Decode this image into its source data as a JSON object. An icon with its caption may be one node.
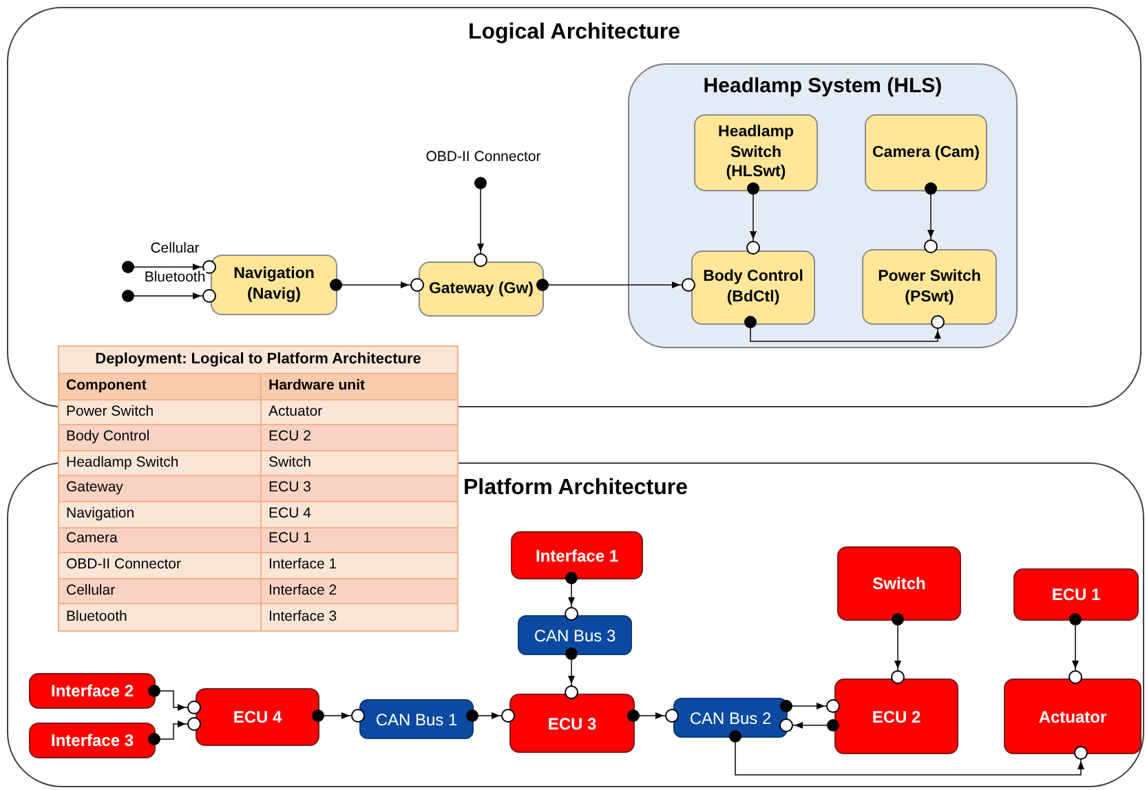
{
  "diagram": {
    "nodes": [
      {
        "text": [
          "Logical Architecture"
        ]
      },
      {
        "text": [
          "Headlamp System (HLS)"
        ],
        "in": 0
      },
      {
        "text": [
          "Headlamp Switch (HLSwt)"
        ],
        "in": 1
      },
      {
        "text": [
          "Camera (Cam)"
        ],
        "in": 1
      },
      {
        "text": [
          "OBD-II Connector"
        ],
        "in": 0
      },
      {
        "text": [
          "Navigation (Navig)"
        ],
        "in": 0
      },
      {
        "text": [
          "Gateway (Gw)"
        ],
        "in": 0
      },
      {
        "text": [
          "Body Control (BdCtl)"
        ],
        "in": 1
      },
      {
        "text": [
          "Power Switch (PSwt)"
        ],
        "in": 1
      },
      {
        "text": [
          "Platform Architecture"
        ]
      },
      {
        "text": [
          "Interface 1"
        ],
        "in": 9
      },
      {
        "text": [
          "Switch"
        ],
        "in": 9
      },
      {
        "text": [
          "ECU 1"
        ],
        "in": 9
      },
      {
        "text": [
          "CAN Bus 3"
        ],
        "in": 9
      },
      {
        "text": [
          "Interface 2"
        ],
        "in": 9
      },
      {
        "text": [
          "ECU 4"
        ],
        "in": 9
      },
      {
        "text": [
          "CAN Bus 1"
        ],
        "in": 9
      },
      {
        "text": [
          "ECU 3"
        ],
        "in": 9
      },
      {
        "text": [
          "CAN Bus 2"
        ],
        "in": 9
      },
      {
        "text": [
          "ECU 2"
        ],
        "in": 9
      },
      {
        "text": [
          "Actuator"
        ],
        "in": 9
      },
      {
        "text": [
          "Interface 3"
        ],
        "in": 9
      }
    ],
    "edges": [
      {
        "from": null,
        "to": 5,
        "arrow": "to",
        "label": "Cellular"
      },
      {
        "from": null,
        "to": 5,
        "arrow": "to",
        "label": "Bluetooth"
      },
      {
        "from": 5,
        "to": 6,
        "arrow": "to"
      },
      {
        "from": 4,
        "to": 6,
        "arrow": "to"
      },
      {
        "from": 6,
        "to": 7,
        "arrow": "to"
      },
      {
        "from": 2,
        "to": 7,
        "arrow": "to"
      },
      {
        "from": 3,
        "to": 8,
        "arrow": "to"
      },
      {
        "from": 7,
        "to": 8,
        "arrow": "to"
      },
      {
        "from": 14,
        "to": 15,
        "arrow": "to"
      },
      {
        "from": 21,
        "to": 15,
        "arrow": "to"
      },
      {
        "from": 15,
        "to": 16,
        "arrow": "to"
      },
      {
        "from": 16,
        "to": 17,
        "arrow": "to"
      },
      {
        "from": 10,
        "to": 13,
        "arrow": "to"
      },
      {
        "from": 13,
        "to": 17,
        "arrow": "to"
      },
      {
        "from": 17,
        "to": 18,
        "arrow": "to"
      },
      {
        "from": 18,
        "to": 19,
        "arrow": "to"
      },
      {
        "from": 19,
        "to": 18,
        "arrow": "to"
      },
      {
        "from": 11,
        "to": 19,
        "arrow": "to"
      },
      {
        "from": 12,
        "to": 20,
        "arrow": "to"
      },
      {
        "from": 18,
        "to": 20,
        "arrow": "to"
      }
    ],
    "labels": [
      "Deployment: Logical to Platform Architecture",
      "Component",
      "Hardware unit",
      "Power Switch",
      "Actuator",
      "Body Control",
      "ECU 2",
      "Headlamp Switch",
      "Switch",
      "Gateway",
      "ECU 3",
      "Navigation",
      "ECU 4",
      "Camera",
      "ECU 1",
      "OBD-II Connector",
      "Interface 1",
      "Cellular",
      "Interface 2",
      "Bluetooth",
      "Interface 3"
    ]
  }
}
